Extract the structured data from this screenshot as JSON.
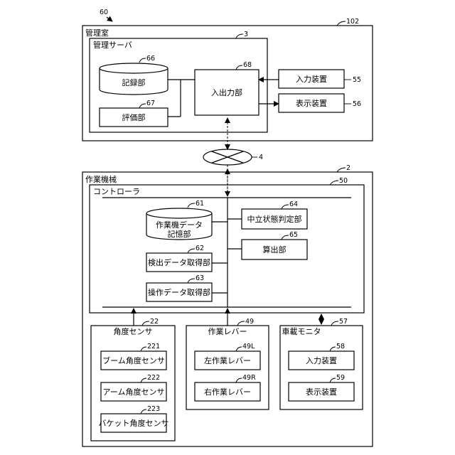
{
  "figure_ref": "60",
  "management_room": {
    "ref": "102",
    "label": "管理室"
  },
  "management_server": {
    "ref": "3",
    "label": "管理サーバ"
  },
  "recording_unit": {
    "ref": "66",
    "label": "記録部"
  },
  "evaluation_unit": {
    "ref": "67",
    "label": "評価部"
  },
  "io_unit": {
    "ref": "68",
    "label": "入出力部"
  },
  "input_device": {
    "ref": "55",
    "label": "入力装置"
  },
  "display_device": {
    "ref": "56",
    "label": "表示装置"
  },
  "network": {
    "ref": "4"
  },
  "work_machine": {
    "ref": "2",
    "label": "作業機械"
  },
  "controller": {
    "ref": "50",
    "label": "コントローラ"
  },
  "machine_data_storage": {
    "ref": "61",
    "label_line1": "作業機データ",
    "label_line2": "記憶部"
  },
  "detection_data_acquisition": {
    "ref": "62",
    "label": "検出データ取得部"
  },
  "operation_data_acquisition": {
    "ref": "63",
    "label": "操作データ取得部"
  },
  "neutral_state_judgment": {
    "ref": "64",
    "label": "中立状態判定部"
  },
  "calculation_unit": {
    "ref": "65",
    "label": "算出部"
  },
  "angle_sensor": {
    "ref": "22",
    "label": "角度センサ"
  },
  "boom_angle_sensor": {
    "ref": "221",
    "label": "ブーム角度センサ"
  },
  "arm_angle_sensor": {
    "ref": "222",
    "label": "アーム角度センサ"
  },
  "bucket_angle_sensor": {
    "ref": "223",
    "label": "バケット角度センサ"
  },
  "work_lever": {
    "ref": "49",
    "label": "作業レバー"
  },
  "left_work_lever": {
    "ref": "49L",
    "label": "左作業レバー"
  },
  "right_work_lever": {
    "ref": "49R",
    "label": "右作業レバー"
  },
  "onboard_monitor": {
    "ref": "57",
    "label": "車載モニタ"
  },
  "monitor_input_device": {
    "ref": "58",
    "label": "入力装置"
  },
  "monitor_display_device": {
    "ref": "59",
    "label": "表示装置"
  }
}
